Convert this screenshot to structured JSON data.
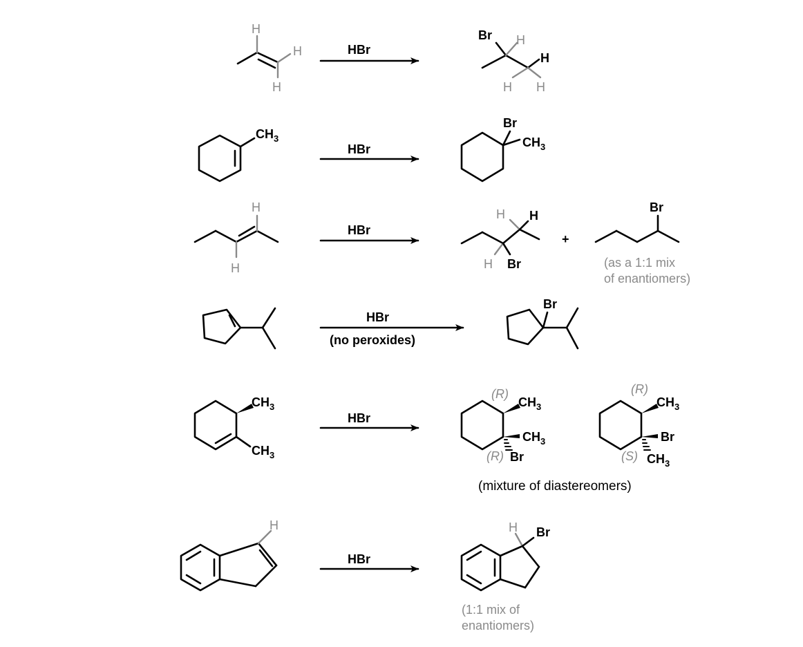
{
  "reactions": [
    {
      "reagent": "HBr",
      "reactant": {
        "H_top": "H",
        "H_right": "H",
        "H_bottom": "H"
      },
      "product": {
        "Br": "Br",
        "H1": "H",
        "H2": "H",
        "H3": "H",
        "H4": "H"
      }
    },
    {
      "reagent": "HBr",
      "reactant": {
        "methyl": "CH",
        "methyl_sub": "3"
      },
      "product": {
        "Br": "Br",
        "methyl": "CH",
        "methyl_sub": "3"
      }
    },
    {
      "reagent": "HBr",
      "reactant": {
        "H_top": "H",
        "H_bottom": "H"
      },
      "product1": {
        "H_gray": "H",
        "H_black": "H",
        "H_bottom": "H",
        "Br": "Br"
      },
      "plus": "+",
      "product2": {
        "Br": "Br"
      },
      "note_line1": "(as a 1:1 mix",
      "note_line2": "of enantiomers)"
    },
    {
      "reagent": "HBr",
      "condition": "(no peroxides)",
      "product": {
        "Br": "Br"
      }
    },
    {
      "reagent": "HBr",
      "reactant": {
        "methyl1": "CH",
        "methyl1_sub": "3",
        "methyl2": "CH",
        "methyl2_sub": "3"
      },
      "product1": {
        "config_top": "(R)",
        "methyl_top": "CH",
        "methyl_top_sub": "3",
        "methyl_mid": "CH",
        "methyl_mid_sub": "3",
        "config_bottom": "(R)",
        "Br": "Br"
      },
      "product2": {
        "config_top": "(R)",
        "methyl_top": "CH",
        "methyl_top_sub": "3",
        "Br": "Br",
        "config_bottom": "(S)",
        "methyl_bottom": "CH",
        "methyl_bottom_sub": "3"
      },
      "note": "(mixture of  diastereomers)"
    },
    {
      "reagent": "HBr",
      "reactant": {
        "H": "H"
      },
      "product": {
        "H": "H",
        "Br": "Br"
      },
      "note_line1": "(1:1 mix of",
      "note_line2": "enantiomers)"
    }
  ]
}
